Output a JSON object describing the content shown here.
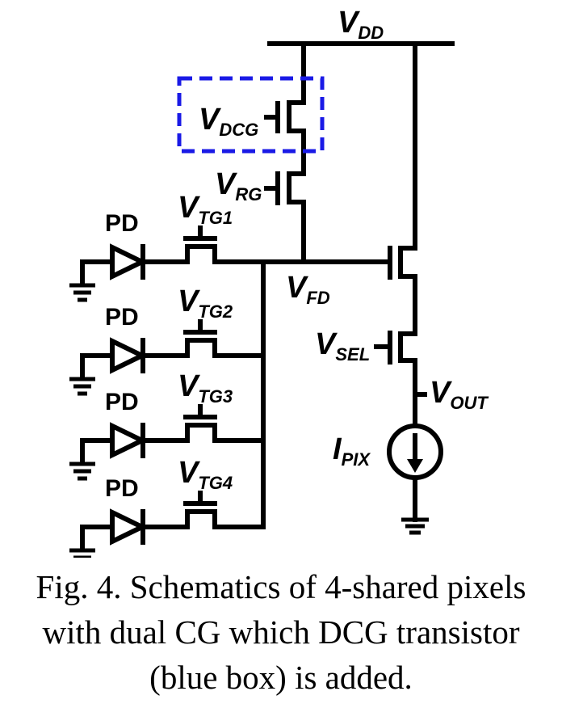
{
  "figure": {
    "labels": {
      "vdd": {
        "main": "V",
        "sub": "DD"
      },
      "vdcg": {
        "main": "V",
        "sub": "DCG"
      },
      "vrg": {
        "main": "V",
        "sub": "RG"
      },
      "vfd": {
        "main": "V",
        "sub": "FD"
      },
      "vsel": {
        "main": "V",
        "sub": "SEL"
      },
      "vout": {
        "main": "V",
        "sub": "OUT"
      },
      "ipix": {
        "main": "I",
        "sub": "PIX"
      }
    },
    "branches": [
      {
        "pd": "PD",
        "tg_main": "V",
        "tg_sub": "TG1"
      },
      {
        "pd": "PD",
        "tg_main": "V",
        "tg_sub": "TG2"
      },
      {
        "pd": "PD",
        "tg_main": "V",
        "tg_sub": "TG3"
      },
      {
        "pd": "PD",
        "tg_main": "V",
        "tg_sub": "TG4"
      }
    ],
    "highlight": {
      "label": "DCG transistor",
      "color": "#1a1ae6"
    }
  },
  "caption": {
    "lines": [
      "Fig. 4. Schematics of 4-shared pixels",
      "with dual CG which DCG transistor",
      "(blue box) is added."
    ]
  }
}
